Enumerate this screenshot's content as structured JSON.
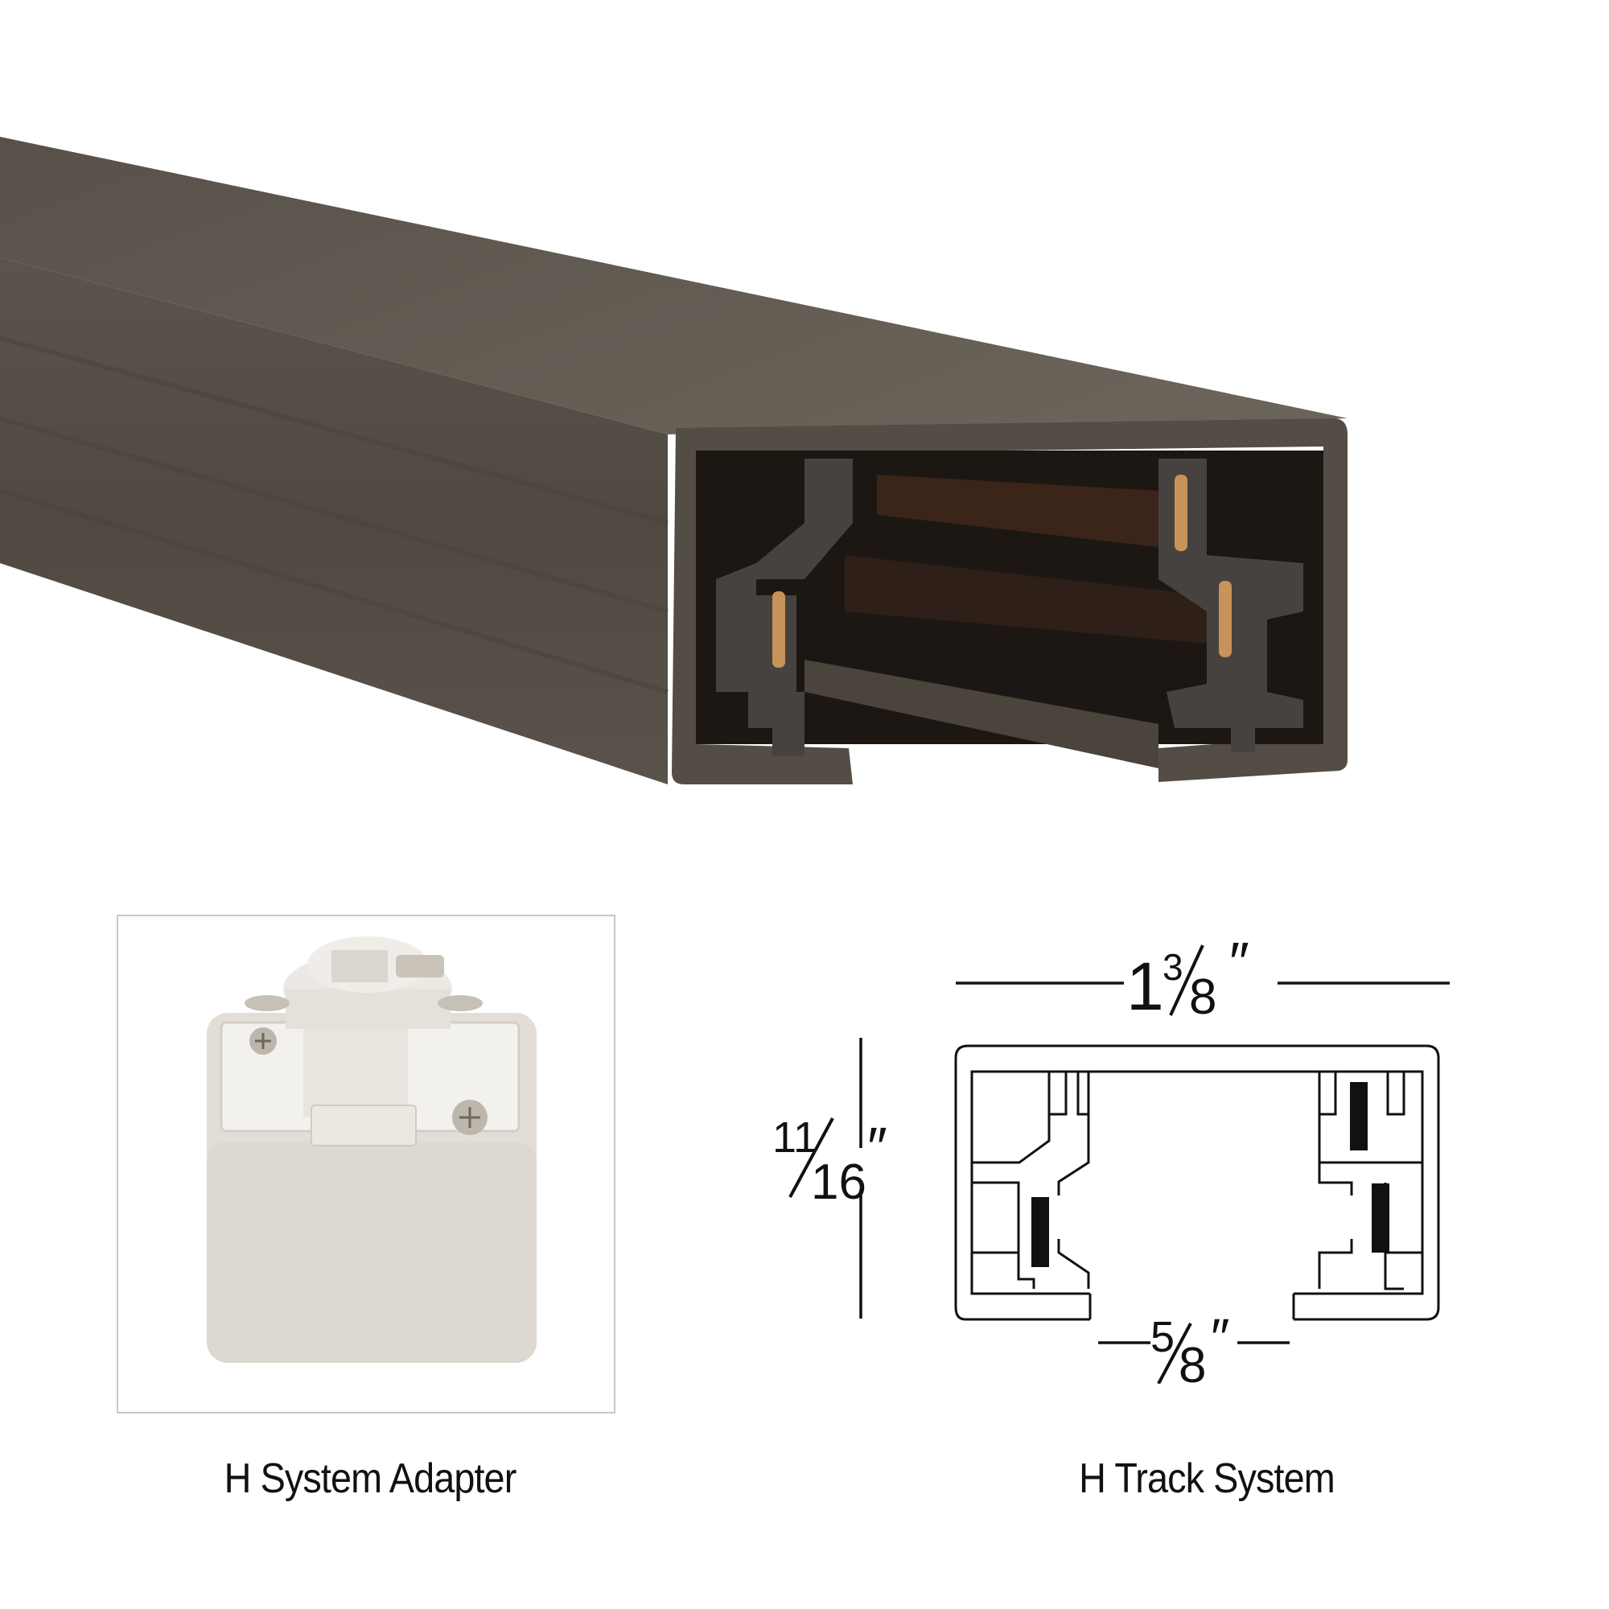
{
  "product_images": {
    "track_photo": {
      "subject": "H track section, dark bronze finish, open end with copper conductors",
      "colors": {
        "body": "#5a534a",
        "body_dark": "#3e3831",
        "insulator": "#45423f",
        "conductor": "#c8935a",
        "interior": "#1a1512"
      }
    },
    "adapter_photo": {
      "subject": "H system adapter, white/light gray",
      "colors": {
        "body": "#e2ddd6",
        "top": "#f0ede8",
        "screw": "#b9b2a8"
      }
    }
  },
  "captions": {
    "adapter": "H System Adapter",
    "track": "H Track System"
  },
  "diagram": {
    "title": "H Track System profile",
    "dimensions": {
      "width": {
        "whole": "1",
        "num": "3",
        "den": "8",
        "unit": "″"
      },
      "height": {
        "num": "11",
        "den": "16",
        "unit": "″"
      },
      "opening": {
        "num": "5",
        "den": "8",
        "unit": "″"
      }
    },
    "line_color": "#111111"
  }
}
